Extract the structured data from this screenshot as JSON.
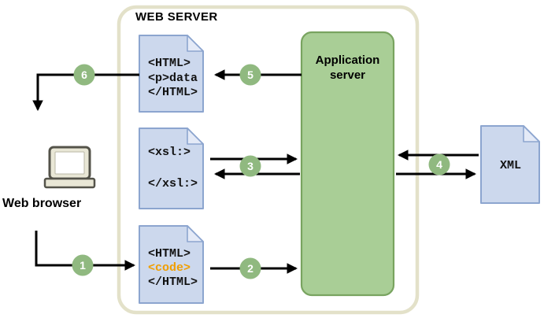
{
  "diagram": {
    "container_label": "WEB SERVER",
    "web_browser_label": "Web browser",
    "app_server": {
      "line1": "Application",
      "line2": "server"
    },
    "docs": {
      "html_response": [
        "<HTML>",
        "<p>data",
        "</HTML>"
      ],
      "xsl": [
        "<xsl:>",
        "</xsl:>"
      ],
      "html_code": [
        "<HTML>",
        "<code>",
        "</HTML>"
      ],
      "xml": "XML"
    },
    "steps": [
      "1",
      "2",
      "3",
      "4",
      "5",
      "6"
    ],
    "colors": {
      "doc_fill": "#ccd8ed",
      "doc_border": "#8ca5cf",
      "doc_fold": "#e4eaf7",
      "app_fill": "#a9ce96",
      "app_border": "#79a460",
      "badge_green": "#90b980",
      "container_border": "#e3e1c9",
      "code_orange": "#f09e00",
      "arrow": "#000000"
    }
  }
}
